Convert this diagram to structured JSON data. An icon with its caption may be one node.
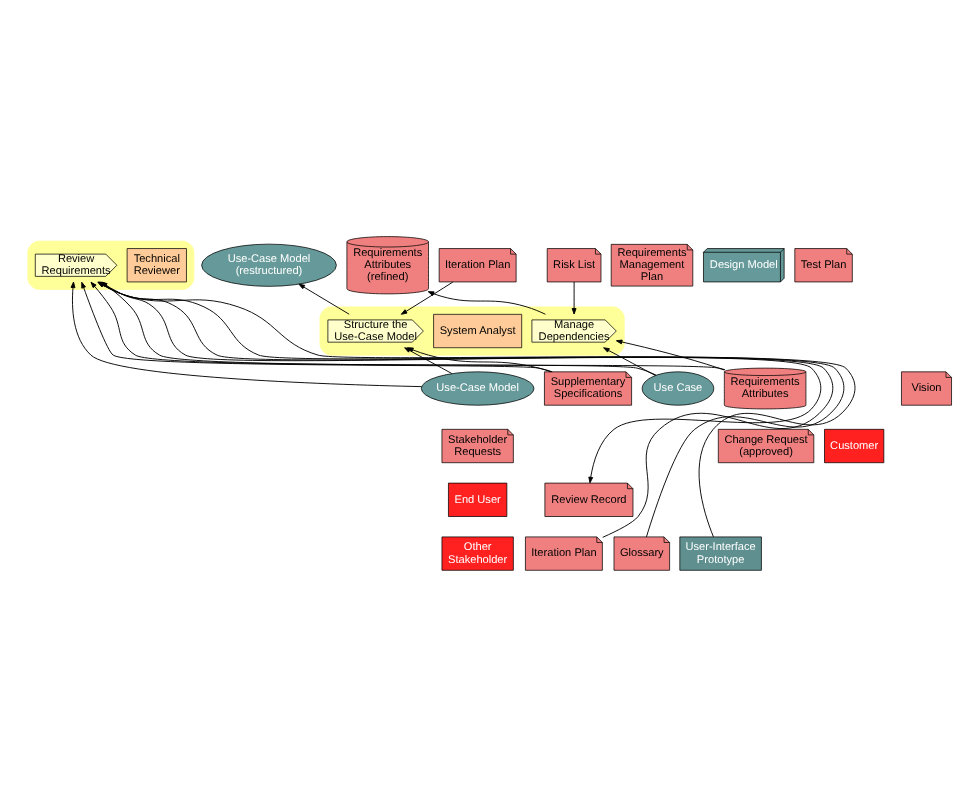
{
  "diagram": {
    "nodes": [
      {
        "text": [],
        "shape": "box"
      },
      {
        "text": [
          "System Analyst"
        ],
        "in": 0
      },
      {
        "text": [
          "Structure the Use-Case Model"
        ],
        "in": 0
      },
      {
        "text": [
          "Manage Dependencies"
        ],
        "in": 0
      },
      {
        "text": [
          "Iteration Plan"
        ]
      },
      {
        "text": [
          "Use-Case Model (restructured)"
        ]
      },
      {
        "text": [
          "Requirements Management Plan"
        ]
      },
      {
        "text": [
          "Risk List"
        ]
      },
      {
        "text": [
          "Design Model"
        ]
      },
      {
        "text": [
          "Test Plan"
        ]
      },
      {
        "text": [
          "Requirements Attributes (refined)"
        ]
      },
      {
        "text": [
          "Use-Case Model"
        ]
      },
      {
        "text": [
          "Supplementary Specifications"
        ]
      },
      {
        "text": [
          "Use Case"
        ]
      },
      {
        "text": [
          "Requirements Attributes"
        ]
      },
      {
        "text": [
          "Vision"
        ]
      },
      {
        "text": [
          "Stakeholder Requests"
        ]
      },
      {
        "text": [
          "Change Request (approved)"
        ]
      },
      {
        "text": [
          "Customer"
        ]
      },
      {
        "text": [
          "End User"
        ]
      },
      {
        "text": [
          "Other Stakeholder"
        ]
      },
      {
        "text": [],
        "shape": "box"
      },
      {
        "text": [
          "Technical Reviewer"
        ],
        "in": 21
      },
      {
        "text": [
          "Review Requirements"
        ],
        "in": 21
      },
      {
        "text": [
          "Review Record"
        ]
      },
      {
        "text": [
          "Iteration Plan"
        ]
      },
      {
        "text": [
          "Glossary"
        ]
      },
      {
        "text": [
          "User-Interface Prototype"
        ]
      }
    ],
    "edges": [
      {
        "from": 4,
        "to": 2,
        "arrow": "to"
      },
      {
        "from": 2,
        "to": 5,
        "arrow": "to"
      },
      {
        "from": 7,
        "to": 3,
        "arrow": "to"
      },
      {
        "from": 3,
        "to": 10,
        "arrow": "to"
      },
      {
        "from": 11,
        "to": 2,
        "arrow": "to"
      },
      {
        "from": 12,
        "to": 2,
        "arrow": "to"
      },
      {
        "from": 13,
        "to": 3,
        "arrow": "to"
      },
      {
        "from": 14,
        "to": 3,
        "arrow": "to"
      },
      {
        "from": 11,
        "to": 23,
        "arrow": "to"
      },
      {
        "from": 12,
        "to": 23,
        "arrow": "to"
      },
      {
        "from": 13,
        "to": 23,
        "arrow": "to"
      },
      {
        "from": 14,
        "to": 23,
        "arrow": "to"
      },
      {
        "from": 23,
        "to": 24,
        "arrow": "to"
      },
      {
        "from": 25,
        "to": 23,
        "arrow": "to"
      },
      {
        "from": 26,
        "to": 23,
        "arrow": "to"
      },
      {
        "from": 27,
        "to": 23,
        "arrow": "to"
      }
    ]
  }
}
